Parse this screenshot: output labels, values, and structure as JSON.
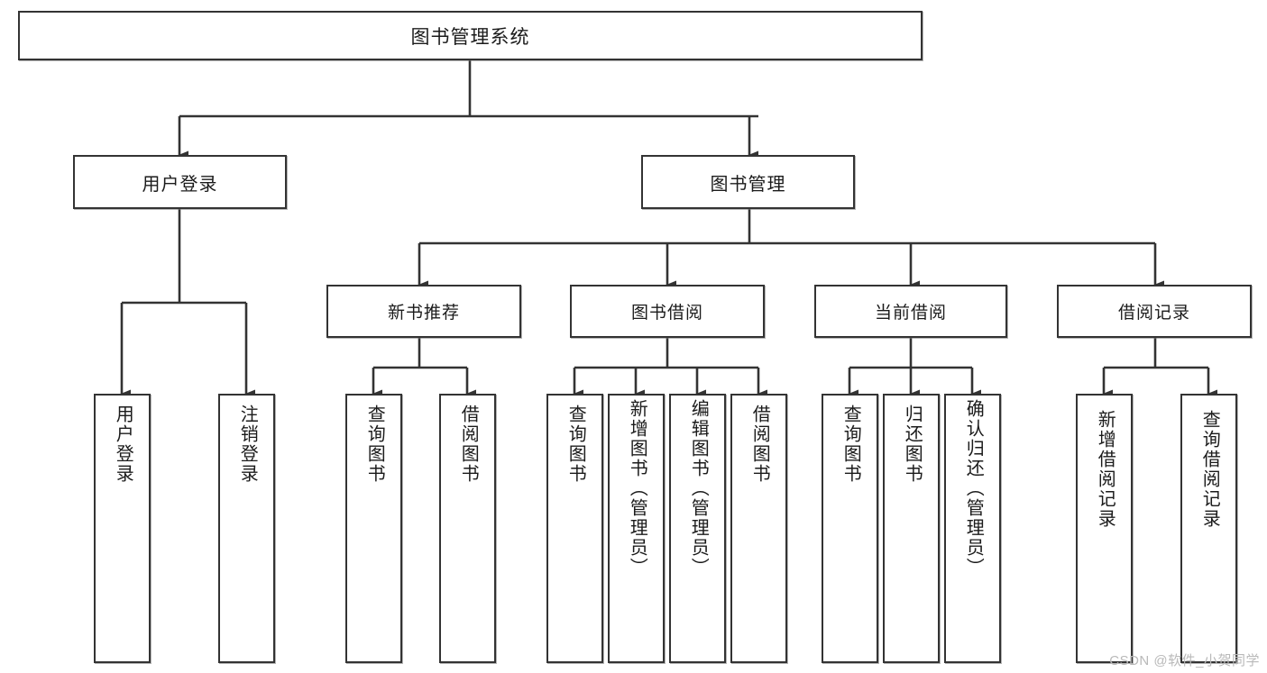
{
  "diagram": {
    "title": "图书管理系统",
    "type": "hierarchy-tree",
    "watermark": "CSDN @软件_小贺同学",
    "colors": {
      "box_border": "#333333",
      "box_fill": "#ffffff",
      "connector": "#333333",
      "text": "#1b1b1b",
      "watermark": "#b9b9b9"
    },
    "nodes": {
      "root": {
        "label": "图书管理系统"
      },
      "level2": [
        {
          "label": "用户登录"
        },
        {
          "label": "图书管理"
        }
      ],
      "level3": [
        {
          "label": "新书推荐"
        },
        {
          "label": "图书借阅"
        },
        {
          "label": "当前借阅"
        },
        {
          "label": "借阅记录"
        }
      ],
      "leaves": {
        "user_login": [
          {
            "label": "用户登录"
          },
          {
            "label": "注销登录"
          }
        ],
        "new_book_recommend": [
          {
            "label": "查询图书"
          },
          {
            "label": "借阅图书"
          }
        ],
        "book_borrow": [
          {
            "label": "查询图书"
          },
          {
            "label": "新增图书（管理员）"
          },
          {
            "label": "编辑图书（管理员）"
          },
          {
            "label": "借阅图书"
          }
        ],
        "current_borrow": [
          {
            "label": "查询图书"
          },
          {
            "label": "归还图书"
          },
          {
            "label": "确认归还（管理员）"
          }
        ],
        "borrow_record": [
          {
            "label": "新增借阅记录"
          },
          {
            "label": "查询借阅记录"
          }
        ]
      }
    }
  }
}
